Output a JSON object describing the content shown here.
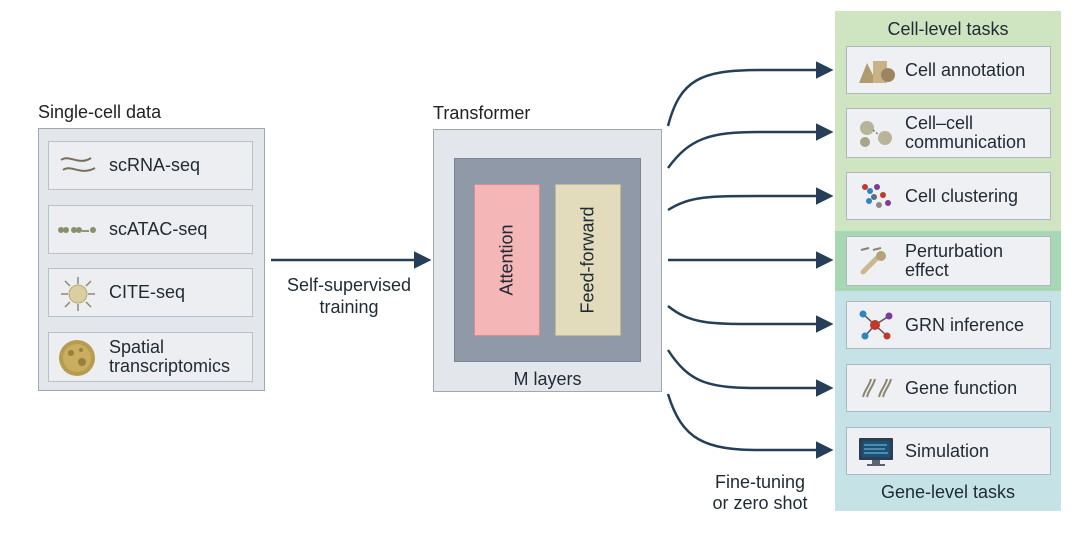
{
  "input": {
    "title": "Single-cell data",
    "items": [
      {
        "label": "scRNA-seq",
        "icon": "rna-strand-icon"
      },
      {
        "label": "scATAC-seq",
        "icon": "chromatin-icon"
      },
      {
        "label": "CITE-seq",
        "icon": "antibody-cell-icon"
      },
      {
        "label_line1": "Spatial",
        "label_line2": "transcriptomics",
        "icon": "tissue-icon"
      }
    ]
  },
  "training": {
    "line1": "Self-supervised",
    "line2": "training"
  },
  "model": {
    "title": "Transformer",
    "attention": "Attention",
    "feedforward": "Feed-forward",
    "layers": "M layers"
  },
  "finetune": {
    "line1": "Fine-tuning",
    "line2": "or zero shot"
  },
  "cell_tasks": {
    "title": "Cell-level tasks",
    "items": [
      {
        "label": "Cell annotation"
      },
      {
        "label_line1": "Cell–cell",
        "label_line2": "communication"
      },
      {
        "label": "Cell clustering"
      }
    ]
  },
  "perturbation": {
    "line1": "Perturbation",
    "line2": "effect"
  },
  "gene_tasks": {
    "title": "Gene-level tasks",
    "items": [
      {
        "label": "GRN inference"
      },
      {
        "label": "Gene function"
      },
      {
        "label": "Simulation"
      }
    ]
  },
  "colors": {
    "attention": "#f4b6b6",
    "feedforward": "#e2dcbc",
    "cell_panel": "#cfe5c2",
    "gene_panel": "#c5e3e6",
    "perturbation": "#a8d7b3",
    "arrow": "#243f57"
  }
}
